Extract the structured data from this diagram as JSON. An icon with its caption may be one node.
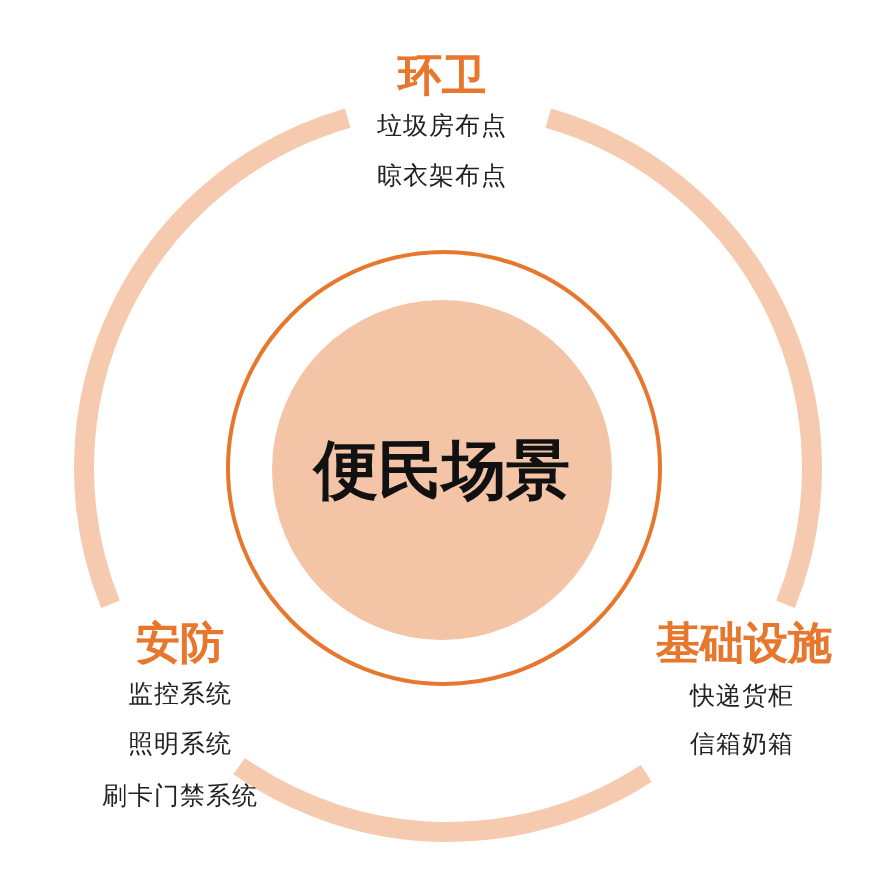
{
  "diagram": {
    "nodes": [
      {
        "text": [
          "便民场景"
        ]
      }
    ],
    "labels": [
      "环卫",
      "垃圾房布点",
      "晾衣架布点",
      "安防",
      "监控系统",
      "照明系统",
      "刷卡门禁系统",
      "基础设施",
      "快递货柜",
      "信箱奶箱"
    ]
  }
}
